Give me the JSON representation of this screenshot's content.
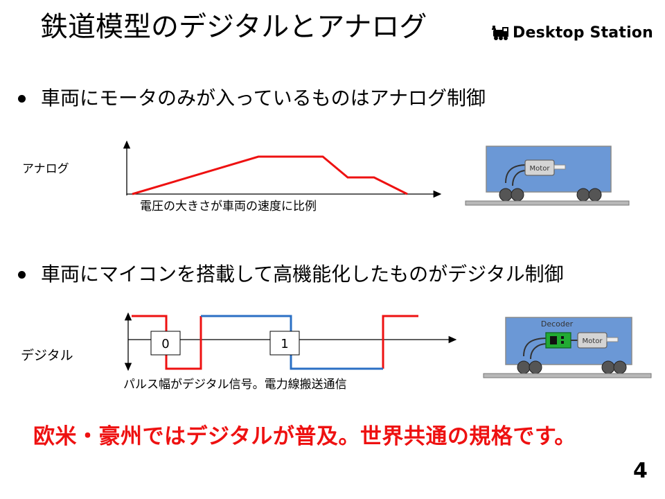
{
  "title": "鉄道模型のデジタルとアナログ",
  "logo": {
    "text": "Desktop Station",
    "icon": "steam-locomotive-icon"
  },
  "bullets": [
    "車両にモータのみが入っているものはアナログ制御",
    "車両にマイコンを搭載して高機能化したものがデジタル制御"
  ],
  "analog": {
    "axis_label": "アナログ",
    "caption": "電圧の大きさが車両の速度に比例",
    "motor_label": "Motor",
    "line_color": "#ee1111"
  },
  "digital": {
    "axis_label": "デジタル",
    "caption": "パルス幅がデジタル信号。電力線搬送通信",
    "bit_labels": [
      "0",
      "1"
    ],
    "decoder_label": "Decoder",
    "motor_label": "Motor",
    "colors": {
      "red": "#ee1111",
      "blue": "#2a6fc4"
    }
  },
  "conclusion": "欧米・豪州ではデジタルが普及。世界共通の規格です。",
  "page_number": "4"
}
